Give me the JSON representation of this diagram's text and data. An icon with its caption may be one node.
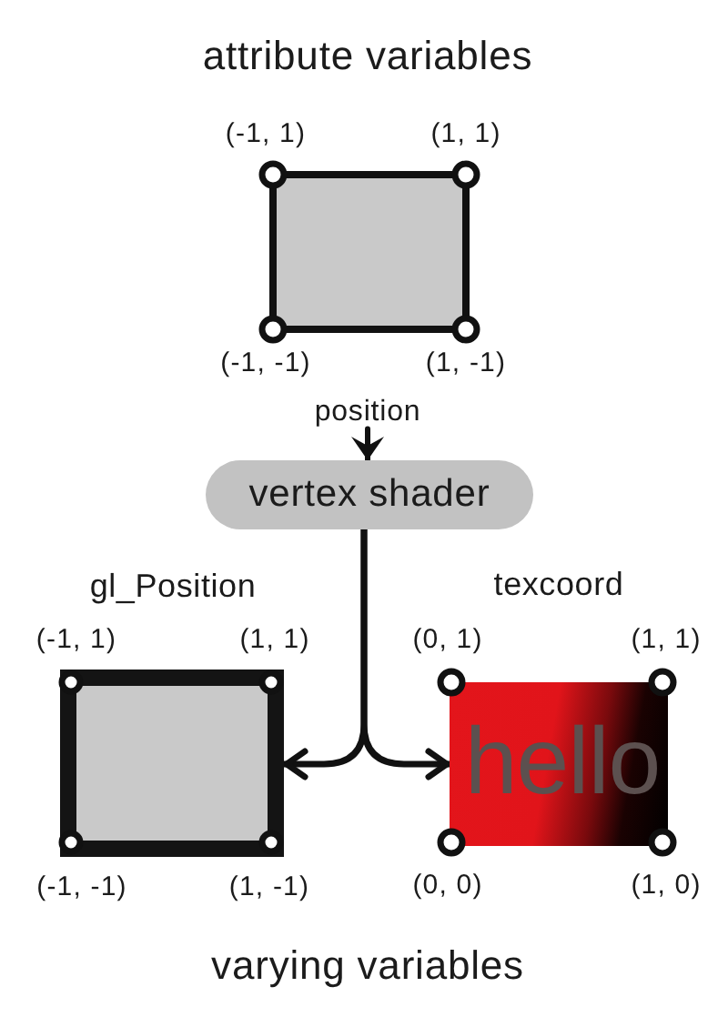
{
  "diagram": {
    "nodes": [
      {
        "text": [],
        "shape": "box",
        "beside": [
          "(-1, 1)",
          "(1, 1)",
          "(-1, -1)",
          "(1, -1)"
        ]
      },
      {
        "text": [
          "position"
        ]
      },
      {
        "text": [
          "vertex shader"
        ]
      },
      {
        "text": [
          "gl_Position"
        ],
        "beside": [
          "(-1, 1)",
          "(1, 1)",
          "(-1, -1)",
          "(1, -1)"
        ]
      },
      {
        "text": [
          "texcoord",
          "hello"
        ],
        "beside": [
          "(0, 1)",
          "(1, 1)",
          "(0, 0)",
          "(1, 0)"
        ]
      }
    ],
    "edges": [
      {
        "from": 1,
        "to": 2,
        "arrow": "to"
      },
      {
        "from": 2,
        "to": 3,
        "arrow": "to"
      },
      {
        "from": 2,
        "to": 4,
        "arrow": "to"
      }
    ],
    "labels": [
      "attribute variables",
      "varying variables"
    ]
  }
}
